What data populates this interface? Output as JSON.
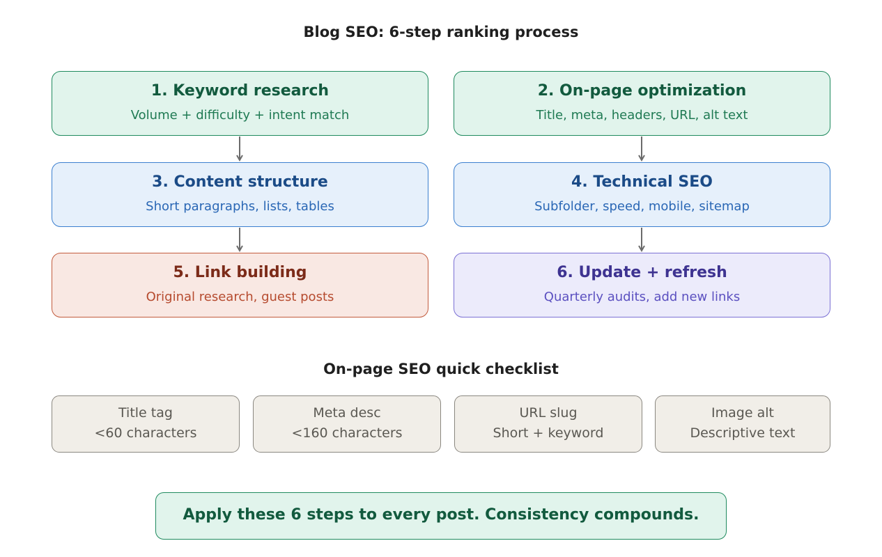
{
  "title": "Blog SEO: 6-step ranking process",
  "steps": [
    {
      "name": "1. Keyword research",
      "desc": "Volume + difficulty + intent match"
    },
    {
      "name": "2. On-page optimization",
      "desc": "Title, meta, headers, URL, alt text"
    },
    {
      "name": "3. Content structure",
      "desc": "Short paragraphs, lists, tables"
    },
    {
      "name": "4. Technical SEO",
      "desc": "Subfolder, speed, mobile, sitemap"
    },
    {
      "name": "5. Link building",
      "desc": "Original research, guest posts"
    },
    {
      "name": "6. Update + refresh",
      "desc": "Quarterly audits, add new links"
    }
  ],
  "checklist": {
    "title": "On-page SEO quick checklist",
    "items": [
      {
        "label": "Title tag",
        "value": "<60 characters"
      },
      {
        "label": "Meta desc",
        "value": "<160 characters"
      },
      {
        "label": "URL slug",
        "value": "Short + keyword"
      },
      {
        "label": "Image alt",
        "value": "Descriptive text"
      }
    ]
  },
  "footer": "Apply these 6 steps to every post. Consistency compounds."
}
